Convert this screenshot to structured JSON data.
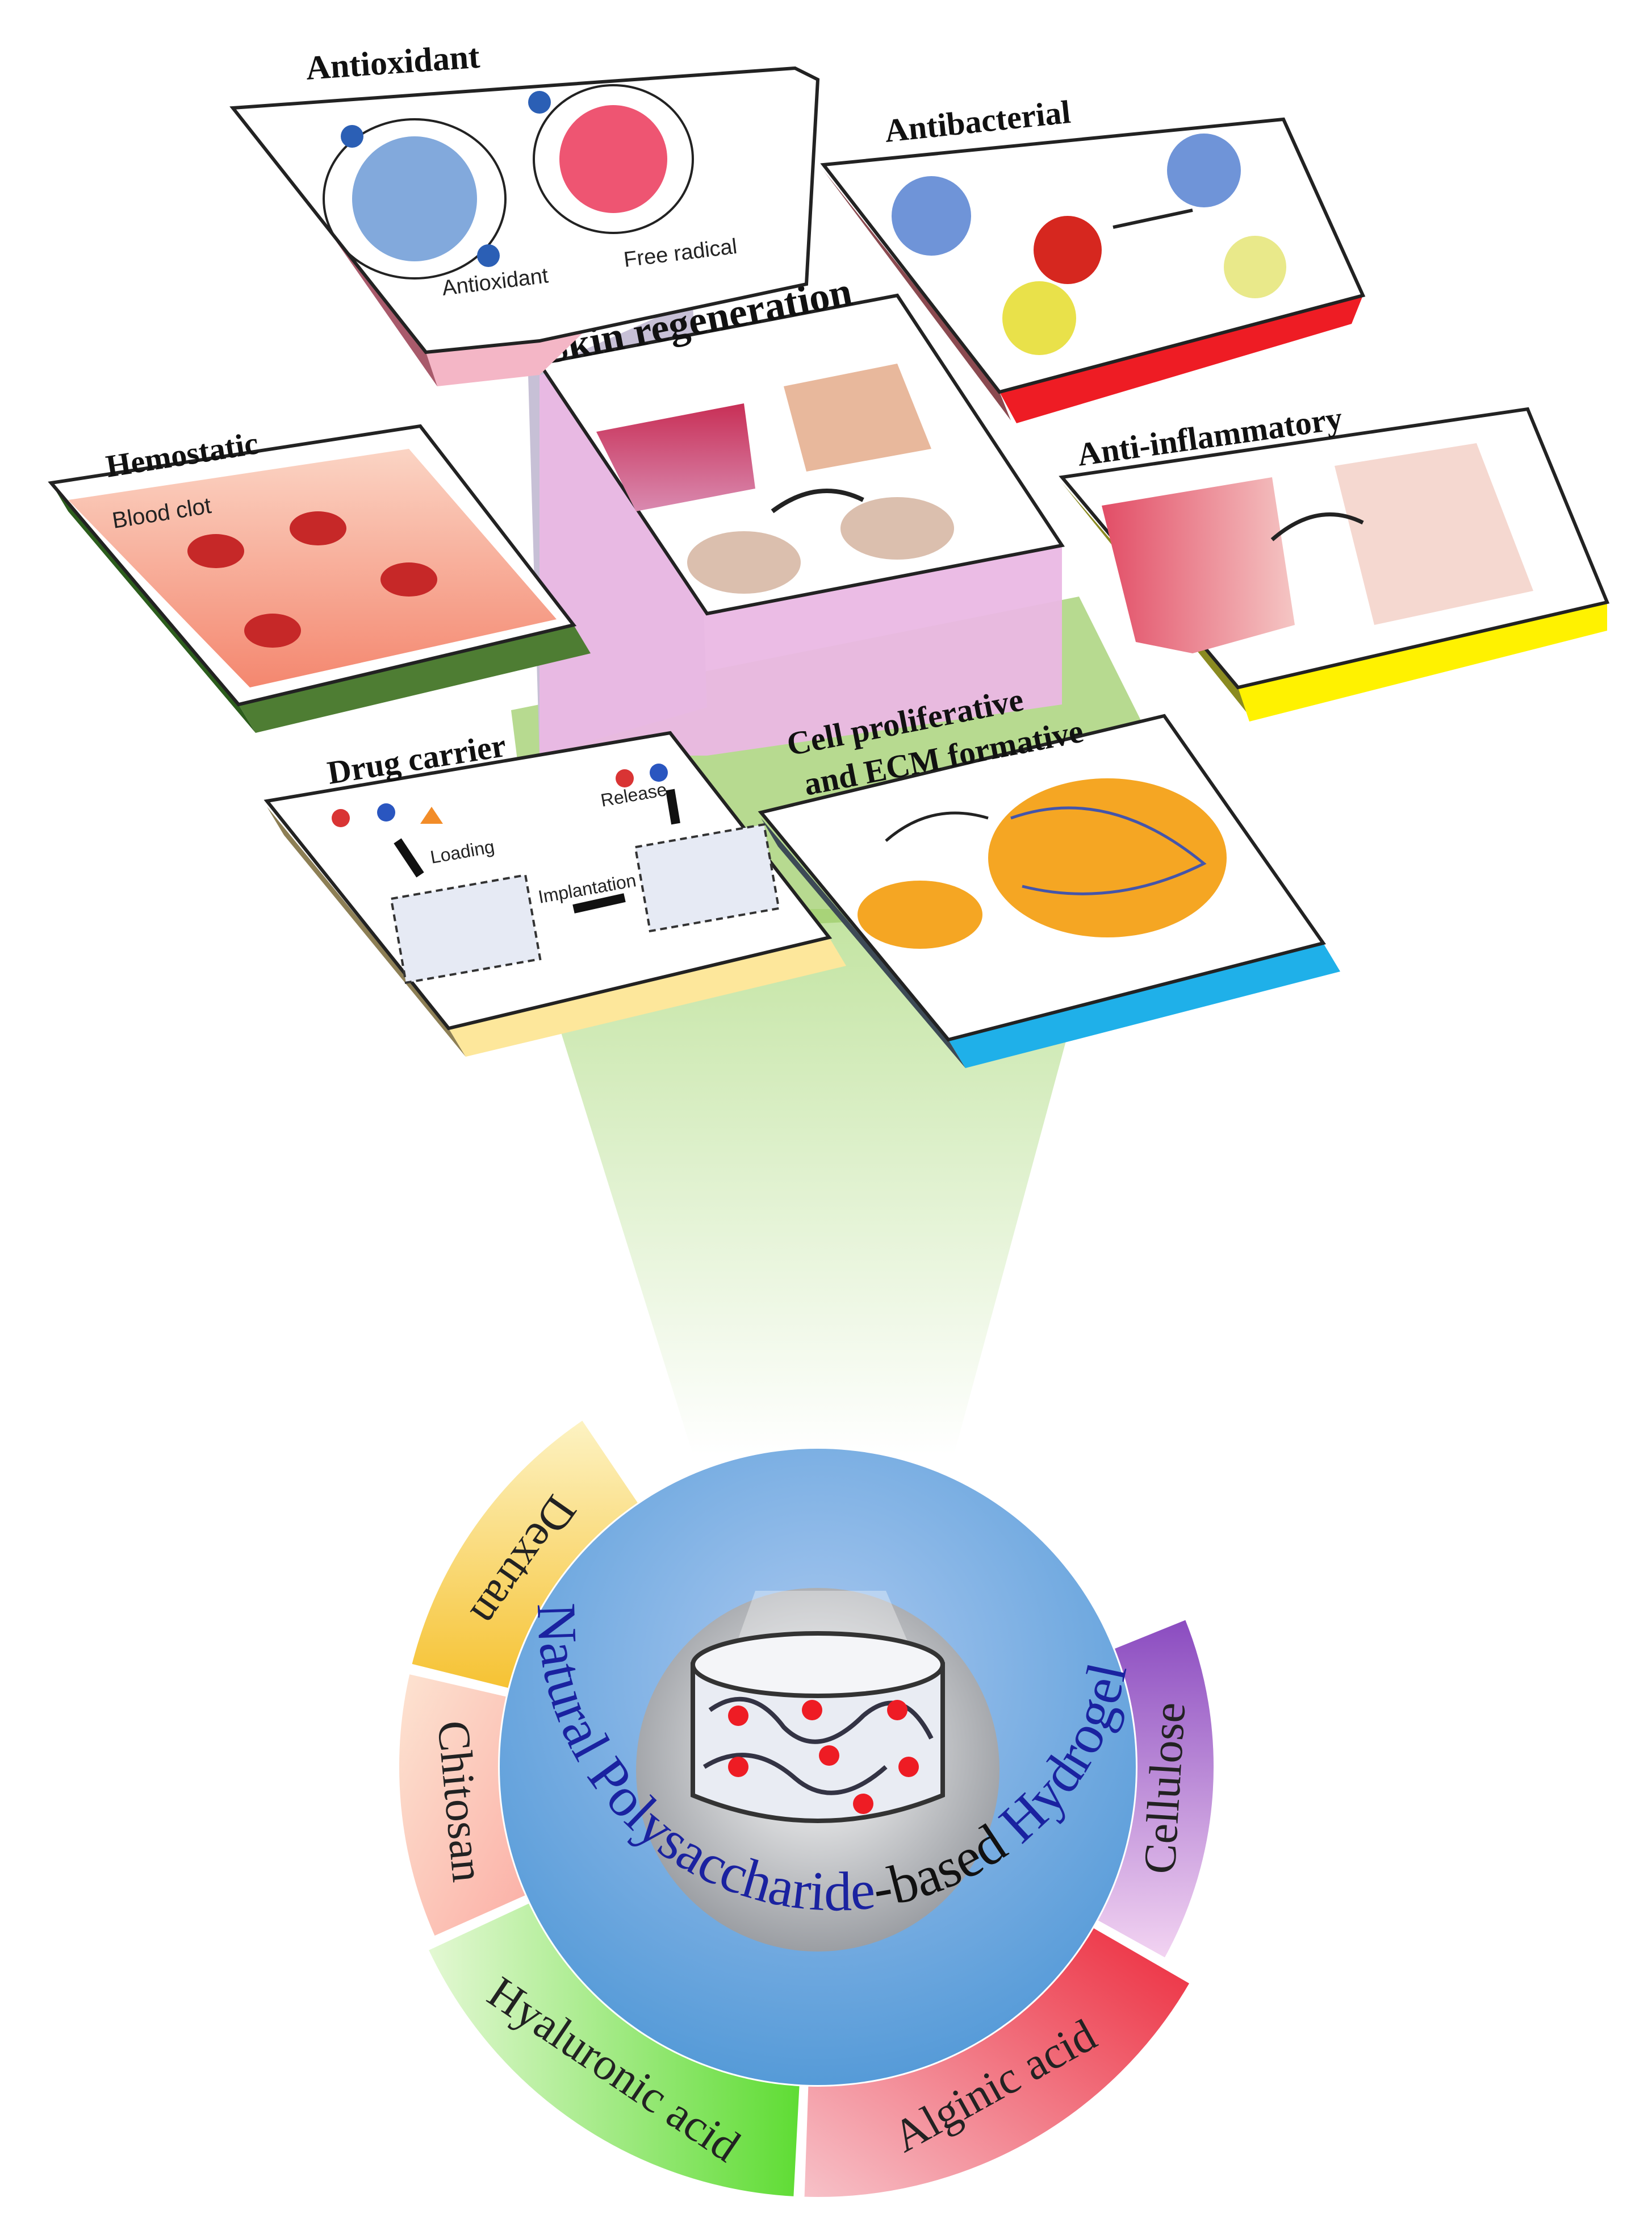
{
  "tiles": {
    "antioxidant": {
      "title": "Antioxidant",
      "label_a": "Antioxidant",
      "label_b": "Free radical",
      "side_color": "#f4b6c6"
    },
    "antibacterial": {
      "title": "Antibacterial",
      "side_color": "#ee1c24"
    },
    "skin": {
      "title": "Skin regeneration",
      "box_color": "#eab8e4"
    },
    "hemostatic": {
      "title": "Hemostatic",
      "label": "Blood clot",
      "side_color": "#4e7d33"
    },
    "anti_inflammatory": {
      "title": "Anti-inflammatory",
      "side_color": "#fff200"
    },
    "drug_carrier": {
      "title": "Drug carrier",
      "label_loading": "Loading",
      "label_release": "Release",
      "label_implant": "Implantation",
      "side_color": "#fde79b"
    },
    "cell": {
      "title_line1": "Cell proliferative",
      "title_line2": "and ECM formative",
      "side_color": "#1fb0e9"
    }
  },
  "ring": {
    "title_part1": "Natural Polysaccharide",
    "title_part2": "-based ",
    "title_part3": "Hydrogel Wound Dressing",
    "segments": [
      {
        "name": "Dextran",
        "color": "#f6c232"
      },
      {
        "name": "Chitosan",
        "color": "#fbb9b1"
      },
      {
        "name": "Hyaluronic acid",
        "color": "#6fe048"
      },
      {
        "name": "Alginic acid",
        "color": "#ee3d4c"
      },
      {
        "name": "Cellulose",
        "color": "#9b5bc6"
      }
    ]
  }
}
